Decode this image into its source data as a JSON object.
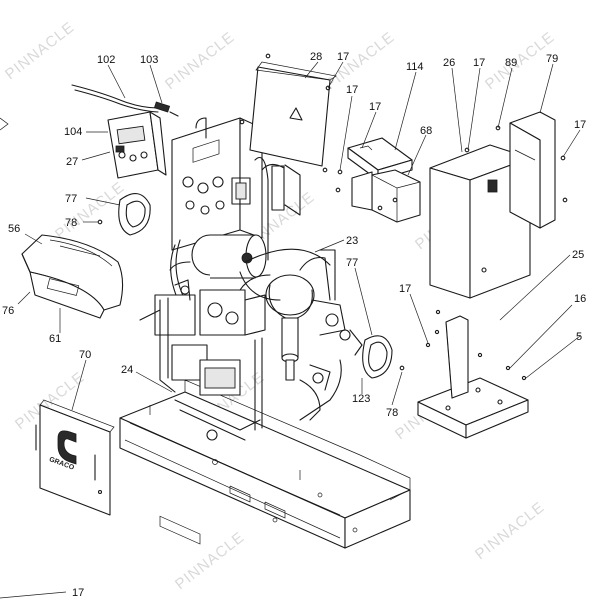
{
  "watermark": "PINNACLE",
  "brand_logo": "GRACO",
  "callouts": [
    {
      "id": "c102",
      "label": "102"
    },
    {
      "id": "c103",
      "label": "103"
    },
    {
      "id": "c28",
      "label": "28"
    },
    {
      "id": "c17a",
      "label": "17"
    },
    {
      "id": "c104",
      "label": "104"
    },
    {
      "id": "c27",
      "label": "27"
    },
    {
      "id": "c17b",
      "label": "17"
    },
    {
      "id": "c114",
      "label": "114"
    },
    {
      "id": "c26",
      "label": "26"
    },
    {
      "id": "c17c",
      "label": "17"
    },
    {
      "id": "c89",
      "label": "89"
    },
    {
      "id": "c79",
      "label": "79"
    },
    {
      "id": "c17d",
      "label": "17"
    },
    {
      "id": "c17e",
      "label": "17"
    },
    {
      "id": "c68",
      "label": "68"
    },
    {
      "id": "c77a",
      "label": "77"
    },
    {
      "id": "c78a",
      "label": "78"
    },
    {
      "id": "c56",
      "label": "56"
    },
    {
      "id": "c23",
      "label": "23"
    },
    {
      "id": "c77b",
      "label": "77"
    },
    {
      "id": "c25",
      "label": "25"
    },
    {
      "id": "c76",
      "label": "76"
    },
    {
      "id": "c61",
      "label": "61"
    },
    {
      "id": "c17f",
      "label": "17"
    },
    {
      "id": "c16",
      "label": "16"
    },
    {
      "id": "c5",
      "label": "5"
    },
    {
      "id": "c70",
      "label": "70"
    },
    {
      "id": "c24",
      "label": "24"
    },
    {
      "id": "c123",
      "label": "123"
    },
    {
      "id": "c78b",
      "label": "78"
    },
    {
      "id": "c17g",
      "label": "17"
    }
  ]
}
